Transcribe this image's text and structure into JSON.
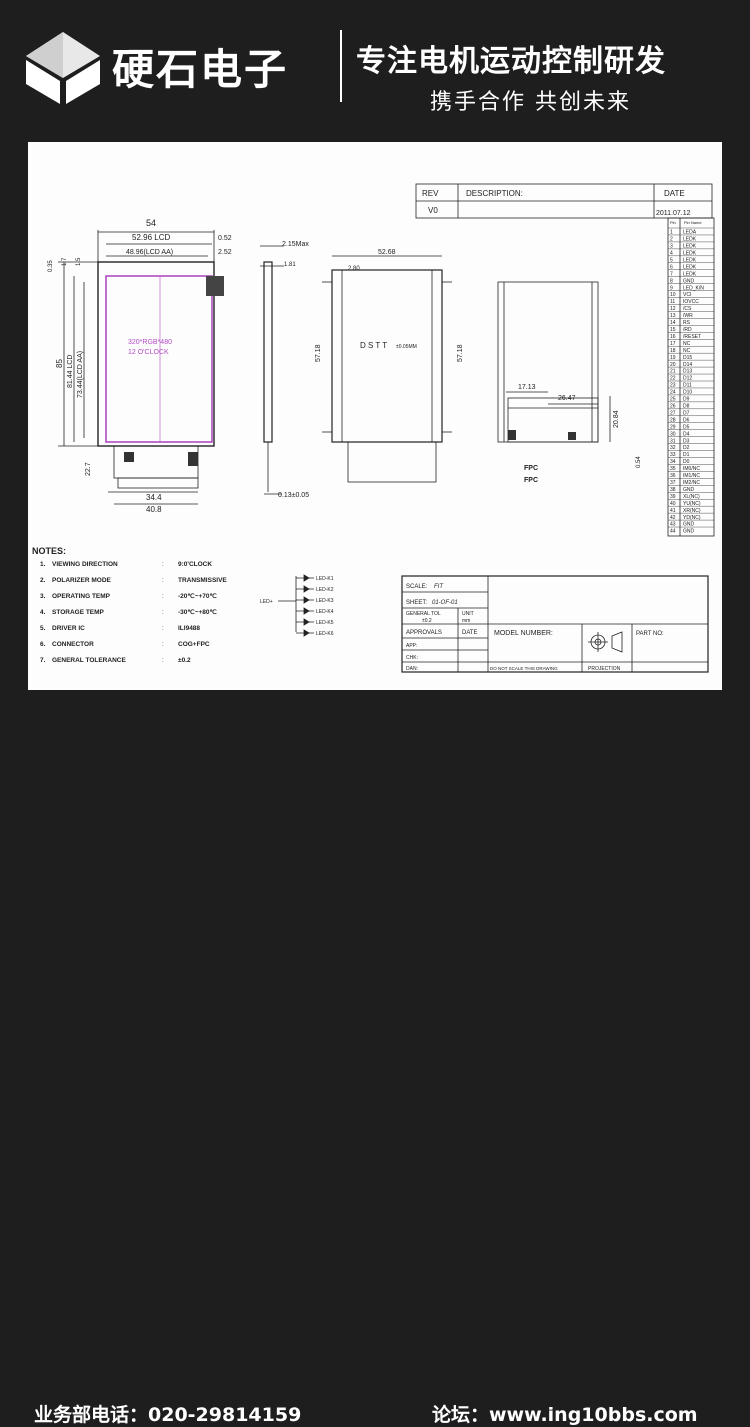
{
  "header": {
    "brand": "硬石电子",
    "slogan": "专注电机运动控制研发",
    "slogan2": "携手合作  共创未来"
  },
  "footer": {
    "phone": "业务部电话：020-29814159",
    "forum": "论坛：www.ing10bbs.com"
  },
  "drawing": {
    "revision": {
      "rev_header": "REV",
      "desc_header": "DESCRIPTION:",
      "date_header": "DATE",
      "rev": "V0",
      "date": "2011.07.12"
    },
    "front_view": {
      "dim_top": "54",
      "dim_lcd": "52.96 LCD",
      "dim_aa": "48.96(LCD AA)",
      "dim_r1": "0.52",
      "dim_r2": "2.52",
      "dim_left1": "0.35",
      "dim_left2": "1.7",
      "dim_left3": "1.5",
      "dim_h1": "85",
      "dim_h2": "81.44 LCD",
      "dim_h3": "73.44(LCD AA)",
      "resolution": "320*RGB*480",
      "viewing": "12 O'CLOCK",
      "dim_fpc1": "22.7",
      "dim_fpc2": "34.4",
      "dim_fpc3": "40.8"
    },
    "side_view": {
      "dim_max": "2.15Max",
      "dim_thin": "1.81",
      "dim_bottom": "0.13±0.05"
    },
    "back_view": {
      "dim_top": "52.68",
      "dim_corner": "2.80",
      "dim_left": "57.18",
      "dim_right": "57.18",
      "dst": "D S T T",
      "dst_sub": "±0.05MM"
    },
    "fpc_view": {
      "dim1": "17.13",
      "dim2": "26.47",
      "dim3": "20.84",
      "dim4": "0.54",
      "fpc_label1": "FPC",
      "fpc_label2": "FPC"
    },
    "pin_header": {
      "no": "Pin",
      "name": "Pin Name"
    },
    "pins": [
      "LEDA",
      "LEDK",
      "LEDK",
      "LEDK",
      "LEDK",
      "LEDK",
      "LEDK",
      "GND",
      "LED_K/N",
      "VCI",
      "IOVCC",
      "/CS",
      "/WR",
      "RS",
      "/RD",
      "/RESET",
      "NC",
      "NC",
      "D15",
      "D14",
      "D13",
      "D12",
      "D11",
      "D10",
      "D9",
      "D8",
      "D7",
      "D6",
      "D5",
      "D4",
      "D3",
      "D2",
      "D1",
      "D0",
      "IM0/NC",
      "IM1/NC",
      "IM2/NC",
      "GND",
      "XL(NC)",
      "YU(NC)",
      "XR(NC)",
      "YD(NC)",
      "GND",
      "GND"
    ],
    "notes": {
      "title": "NOTES:",
      "items": [
        {
          "no": "1.",
          "label": "VIEWING DIRECTION",
          "value": "9:0'CLOCK"
        },
        {
          "no": "2.",
          "label": "POLARIZER MODE",
          "value": "TRANSMISSIVE"
        },
        {
          "no": "3.",
          "label": "OPERATING TEMP",
          "value": "-20℃~+70℃"
        },
        {
          "no": "4.",
          "label": "STORAGE TEMP",
          "value": "-30℃~+80℃"
        },
        {
          "no": "5.",
          "label": "DRIVER IC",
          "value": "ILI9488"
        },
        {
          "no": "6.",
          "label": "CONNECTOR",
          "value": "COG+FPC"
        },
        {
          "no": "7.",
          "label": "GENERAL TOLERANCE",
          "value": "±0.2"
        }
      ]
    },
    "led_circuit": {
      "input": "LED+",
      "leds": [
        "LED-K1",
        "LED-K2",
        "LED-K3",
        "LED-K4",
        "LED-K5",
        "LED-K6"
      ]
    },
    "title_block": {
      "scale_label": "SCALE:",
      "scale_value": "FIT",
      "sheet_label": "SHEET:",
      "sheet_value": "01-OF-01",
      "tol_label": "GENERAL TOL",
      "tol_value": "±0.2",
      "unit_label": "UNIT",
      "unit_value": "mm",
      "approvals": "APPROVALS",
      "date": "DATE",
      "app": "APP:",
      "chk": "CHK:",
      "dan": "DAN:",
      "model": "MODEL NUMBER:",
      "part": "PART NO:",
      "warning": "DO NOT SCALE THIS DRAWING",
      "projection": "PROJECTION"
    }
  }
}
